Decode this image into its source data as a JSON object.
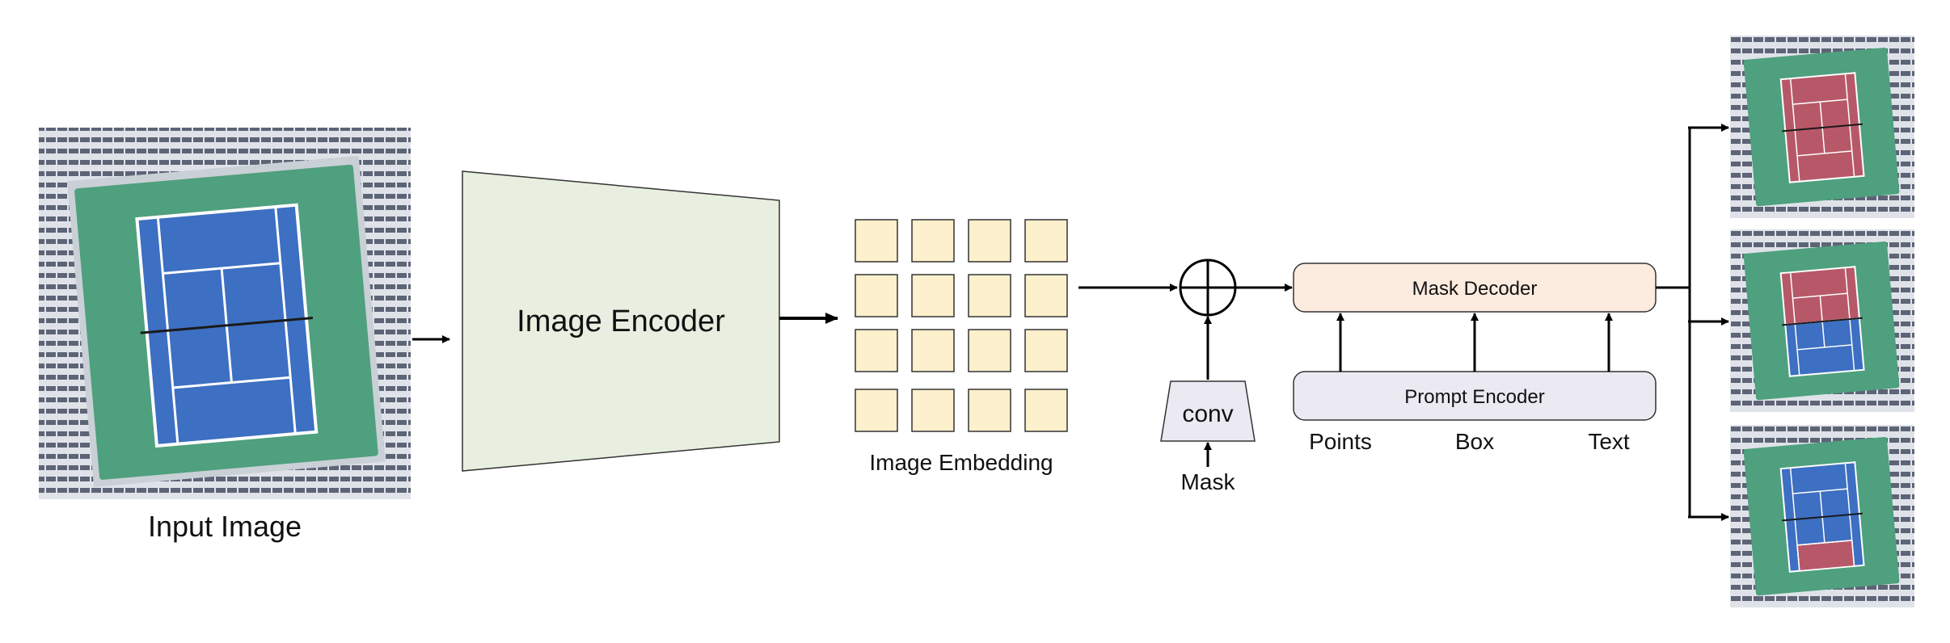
{
  "input_image": {
    "label": "Input Image"
  },
  "image_encoder": {
    "label": "Image Encoder"
  },
  "image_embedding": {
    "label": "Image Embedding",
    "rows": 4,
    "cols": 4
  },
  "conv": {
    "label": "conv"
  },
  "mask": {
    "label": "Mask"
  },
  "mask_decoder": {
    "label": "Mask Decoder"
  },
  "prompt_encoder": {
    "label": "Prompt Encoder"
  },
  "prompts": {
    "points": "Points",
    "box": "Box",
    "text": "Text"
  },
  "outputs": {
    "count": 3
  },
  "colors": {
    "encoder_fill": "#e8efe0",
    "embedding_fill": "#fdf0cc",
    "decoder_fill": "#fcebdf",
    "prompt_fill": "#ebe9f2",
    "conv_fill": "#ebe9f2",
    "court_green": "#4fa07e",
    "court_blue": "#3d6fc2",
    "court_red": "#b75868",
    "stands": "#d9dde3"
  }
}
